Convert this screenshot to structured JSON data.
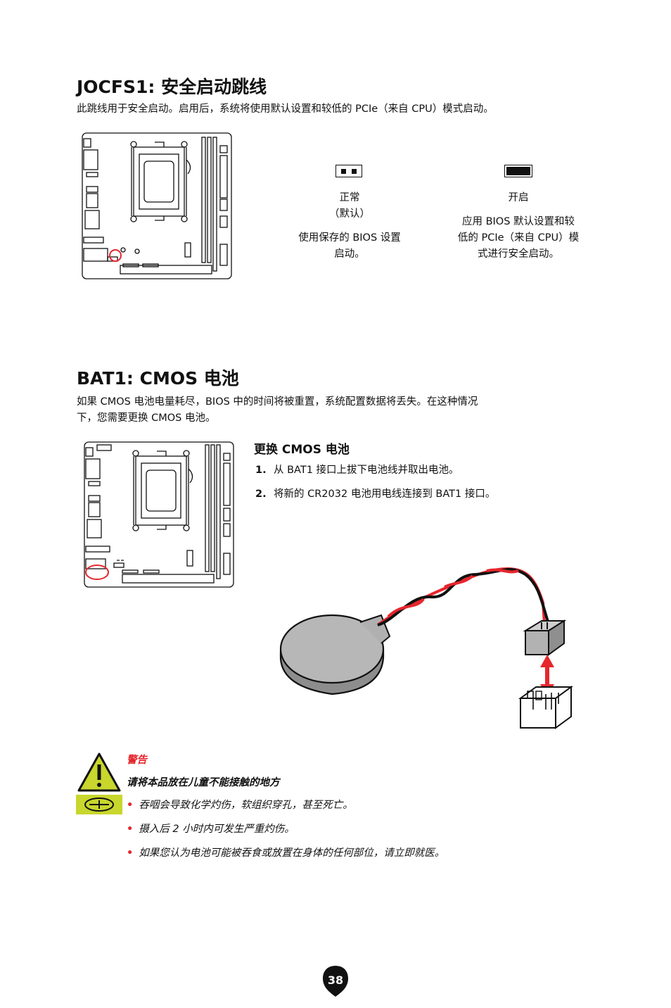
{
  "section1": {
    "title": "JOCFS1: 安全启动跳线",
    "description": "此跳线用于安全启动。启用后，系统将使用默认设置和较低的 PCIe（来自 CPU）模式启动。",
    "normal": {
      "label": "正常",
      "label2": "（默认）",
      "desc_line1": "使用保存的 BIOS 设置",
      "desc_line2": "启动。"
    },
    "enabled": {
      "label": "开启",
      "desc_line1": "应用 BIOS 默认设置和较",
      "desc_line2": "低的 PCIe（来自 CPU）模",
      "desc_line3": "式进行安全启动。"
    }
  },
  "section2": {
    "title": "BAT1: CMOS 电池",
    "description_line1": "如果 CMOS 电池电量耗尽，BIOS 中的时间将被重置，系统配置数据将丢失。在这种情况",
    "description_line2": "下，您需要更换 CMOS 电池。",
    "subtitle": "更换 CMOS 电池",
    "steps": [
      {
        "num": "1.",
        "text": "从 BAT1 接口上拔下电池线并取出电池。"
      },
      {
        "num": "2.",
        "text": "将新的 CR2032 电池用电线连接到 BAT1 接口。"
      }
    ]
  },
  "warning": {
    "title": "警告",
    "subtitle": "请将本品放在儿童不能接触的地方",
    "bullets": [
      "吞咽会导致化学灼伤，软组织穿孔，甚至死亡。",
      "摄入后 2 小时内可发生严重灼伤。",
      "如果您认为电池可能被吞食或放置在身体的任何部位，请立即就医。"
    ]
  },
  "page_number": "38",
  "colors": {
    "accent_red": "#e6262d",
    "warning_yellow": "#c8d62d",
    "text": "#111111"
  },
  "icons": [
    "motherboard-diagram",
    "jumper-normal-icon",
    "jumper-enabled-icon",
    "coin-battery-illustration",
    "warning-triangle-icon",
    "battery-symbol-icon"
  ]
}
